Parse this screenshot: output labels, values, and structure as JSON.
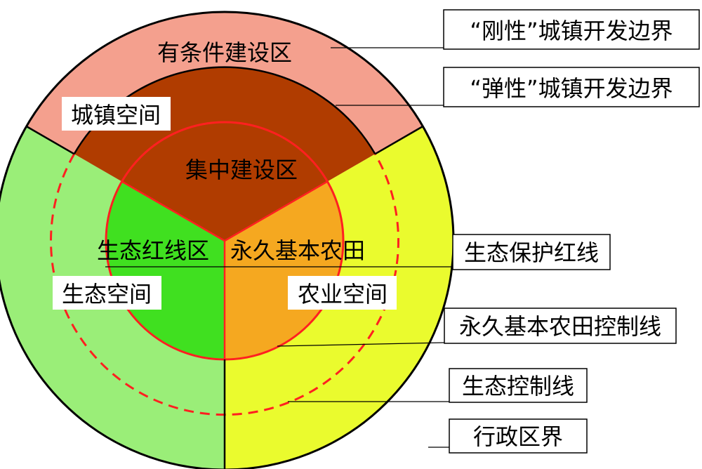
{
  "colors": {
    "conditional_zone": "#F4A08E",
    "concentrated_zone": "#B03C00",
    "ecological_space": "#9AEE78",
    "ecological_redline": "#40E020",
    "agricultural_space": "#EAFB2E",
    "farmland": "#F5A820",
    "red_line": "#FF2020",
    "outline": "#000000"
  },
  "zones": {
    "conditional_construction": "有条件建设区",
    "urban_space": "城镇空间",
    "concentrated_construction": "集中建设区",
    "ecological_redline_zone": "生态红线区",
    "permanent_farmland": "永久基本农田",
    "ecological_space": "生态空间",
    "agricultural_space": "农业空间"
  },
  "boundary_labels": {
    "rigid_urban_boundary": "“刚性”城镇开发边界",
    "elastic_urban_boundary": "“弹性”城镇开发边界",
    "ecological_protection_redline": "生态保护红线",
    "permanent_farmland_control_line": "永久基本农田控制线",
    "ecological_control_line": "生态控制线",
    "administrative_boundary": "行政区界"
  }
}
